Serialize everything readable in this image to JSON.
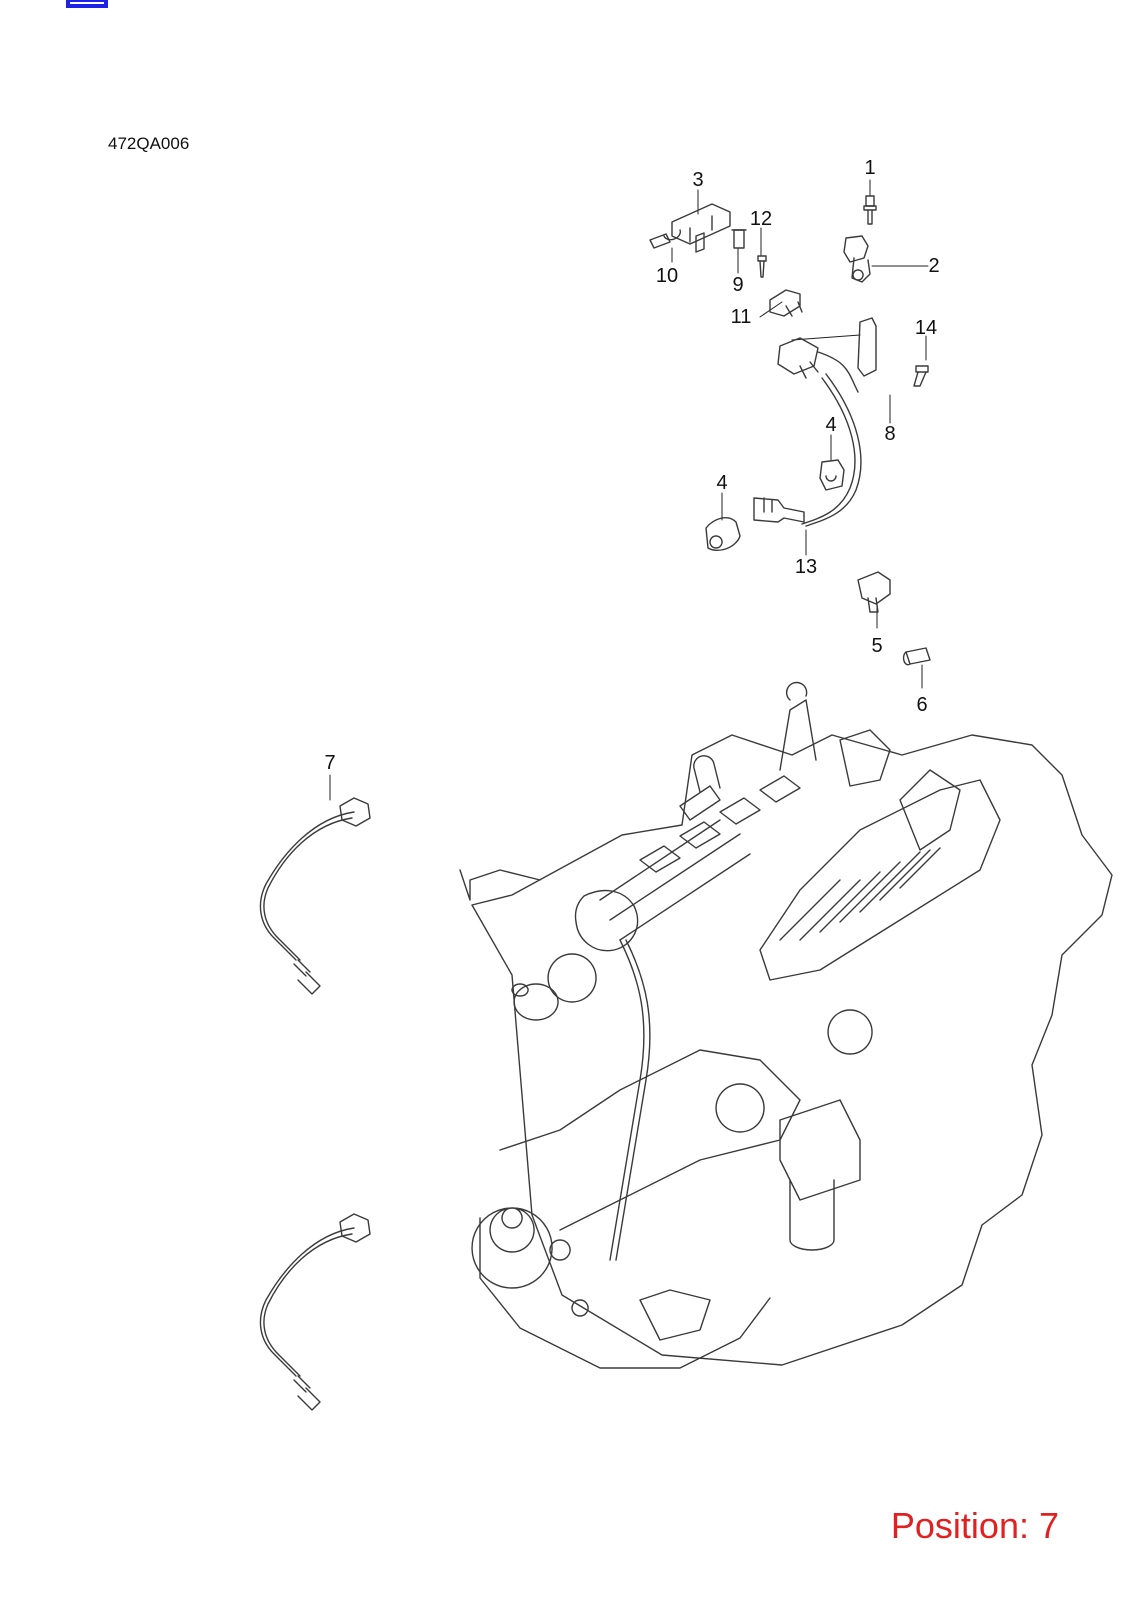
{
  "diagram": {
    "code": "472QA006",
    "position_label": "Position: 7",
    "accent_color": "#e32020",
    "corner_mark_color": "#1e22e6",
    "callouts": [
      "1",
      "2",
      "3",
      "4",
      "4",
      "5",
      "6",
      "7",
      "8",
      "9",
      "10",
      "11",
      "12",
      "13",
      "14"
    ]
  }
}
